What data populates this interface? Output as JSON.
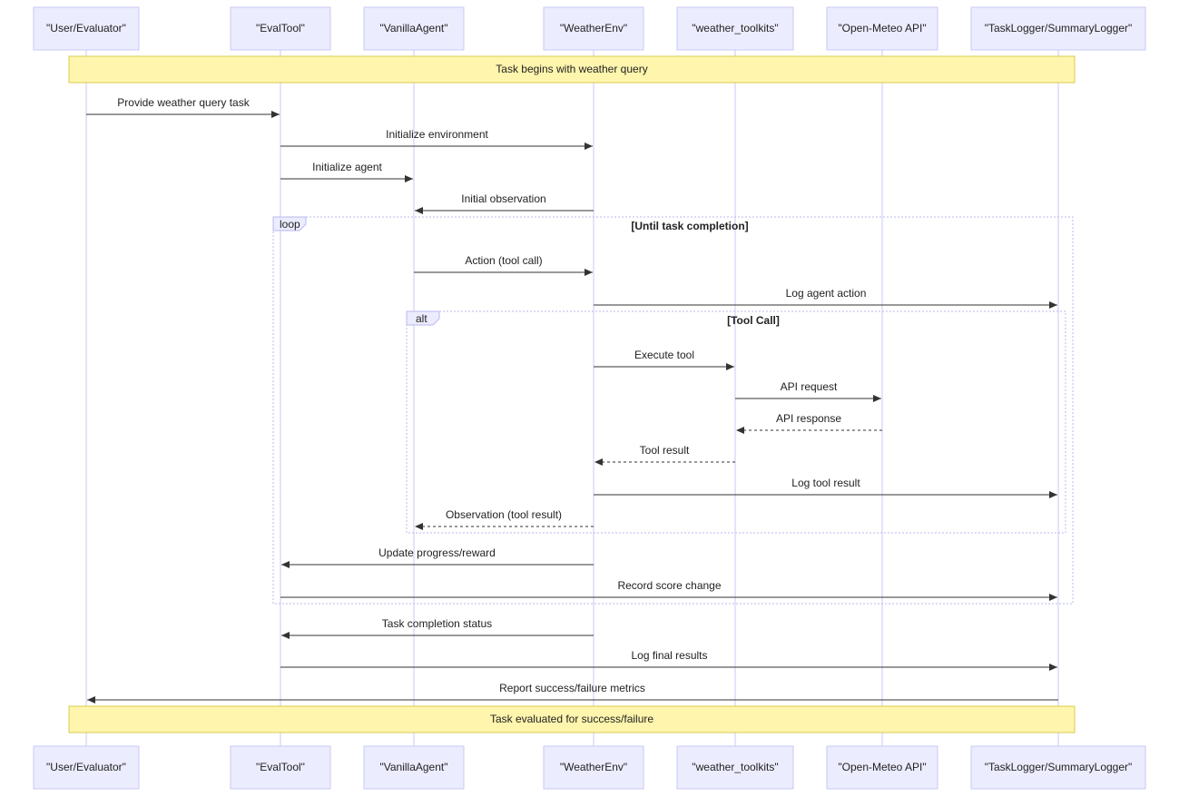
{
  "actors": [
    {
      "id": "user",
      "label": "\"User/Evaluator\""
    },
    {
      "id": "evaltool",
      "label": "\"EvalTool\""
    },
    {
      "id": "agent",
      "label": "\"VanillaAgent\""
    },
    {
      "id": "env",
      "label": "\"WeatherEnv\""
    },
    {
      "id": "toolkits",
      "label": "\"weather_toolkits\""
    },
    {
      "id": "api",
      "label": "\"Open-Meteo API\""
    },
    {
      "id": "logger",
      "label": "\"TaskLogger/SummaryLogger\""
    }
  ],
  "notes": {
    "start": "Task begins with weather query",
    "end": "Task evaluated for success/failure"
  },
  "frames": {
    "loop": {
      "keyword": "loop",
      "condition": "[Until task completion]"
    },
    "alt": {
      "keyword": "alt",
      "condition": "[Tool Call]"
    }
  },
  "messages": [
    {
      "from": "user",
      "to": "evaltool",
      "label": "Provide weather query task",
      "style": "solid"
    },
    {
      "from": "evaltool",
      "to": "env",
      "label": "Initialize environment",
      "style": "solid"
    },
    {
      "from": "evaltool",
      "to": "agent",
      "label": "Initialize agent",
      "style": "solid"
    },
    {
      "from": "env",
      "to": "agent",
      "label": "Initial observation",
      "style": "solid"
    },
    {
      "from": "agent",
      "to": "env",
      "label": "Action (tool call)",
      "style": "solid"
    },
    {
      "from": "env",
      "to": "logger",
      "label": "Log agent action",
      "style": "solid"
    },
    {
      "from": "env",
      "to": "toolkits",
      "label": "Execute tool",
      "style": "solid"
    },
    {
      "from": "toolkits",
      "to": "api",
      "label": "API request",
      "style": "solid"
    },
    {
      "from": "api",
      "to": "toolkits",
      "label": "API response",
      "style": "dashed"
    },
    {
      "from": "toolkits",
      "to": "env",
      "label": "Tool result",
      "style": "dashed"
    },
    {
      "from": "env",
      "to": "logger",
      "label": "Log tool result",
      "style": "solid"
    },
    {
      "from": "env",
      "to": "agent",
      "label": "Observation (tool result)",
      "style": "dashed"
    },
    {
      "from": "env",
      "to": "evaltool",
      "label": "Update progress/reward",
      "style": "solid"
    },
    {
      "from": "evaltool",
      "to": "logger",
      "label": "Record score change",
      "style": "solid"
    },
    {
      "from": "env",
      "to": "evaltool",
      "label": "Task completion status",
      "style": "solid"
    },
    {
      "from": "evaltool",
      "to": "logger",
      "label": "Log final results",
      "style": "solid"
    },
    {
      "from": "logger",
      "to": "user",
      "label": "Report success/failure metrics",
      "style": "solid"
    }
  ]
}
